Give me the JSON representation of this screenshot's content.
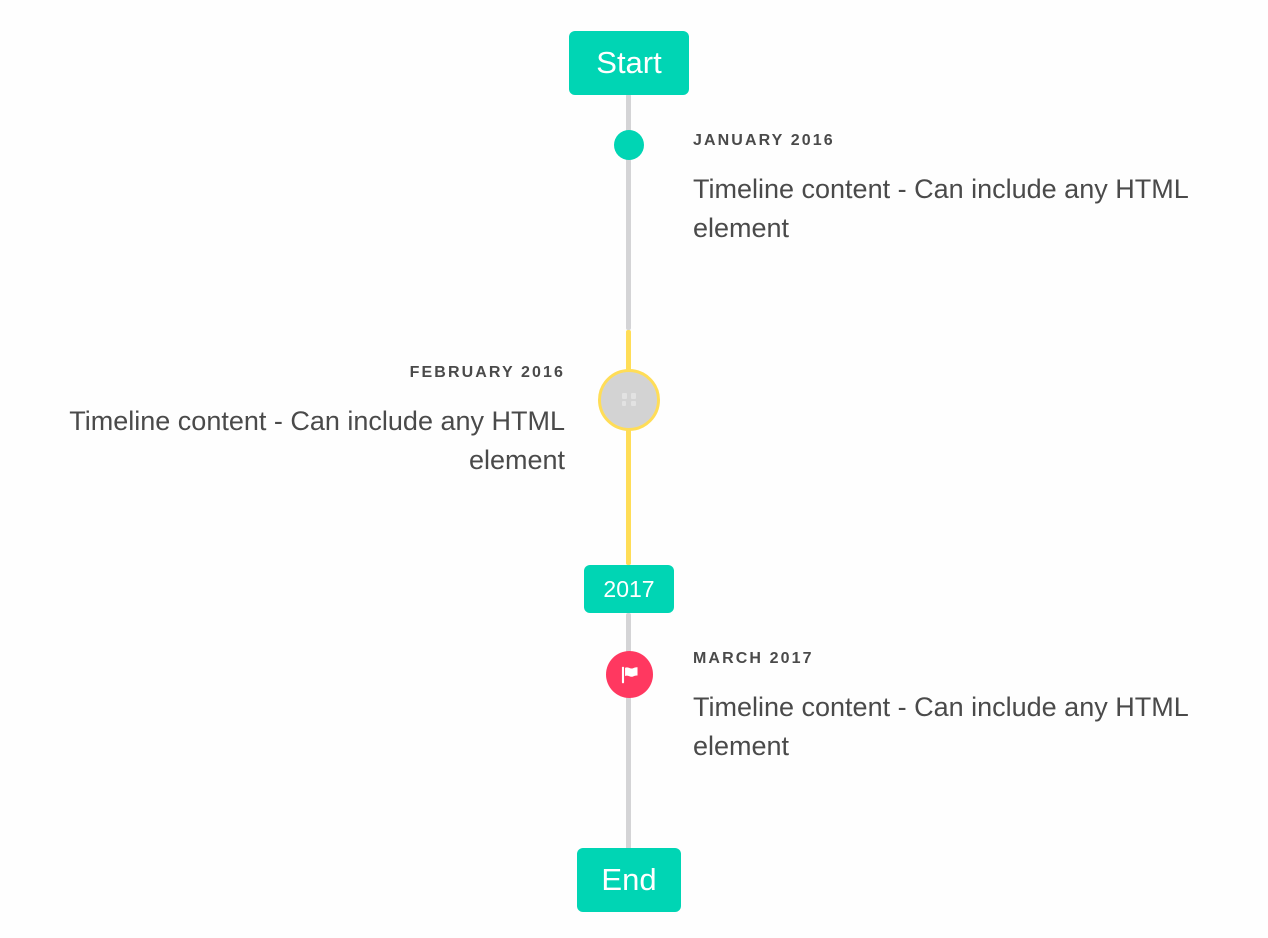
{
  "component": {
    "name": "Timeline",
    "orientation": "vertical",
    "colors": {
      "primary": "#00d5b4",
      "warning": "#ffdd57",
      "danger": "#ff3860",
      "line": "#d4d4d6",
      "text": "#4a4a4a",
      "background": "#fefefe"
    }
  },
  "headers": {
    "start": "Start",
    "middle": "2017",
    "end": "End"
  },
  "items": [
    {
      "heading": "JANUARY 2016",
      "body": "Timeline content - Can include any HTML element",
      "side": "right",
      "marker": "dot-icon",
      "marker_color": "#00d5b4"
    },
    {
      "heading": "FEBRUARY 2016",
      "body": "Timeline content - Can include any HTML element",
      "side": "left",
      "marker": "broken-image-icon",
      "marker_color": "#d3d3d3"
    },
    {
      "heading": "MARCH 2017",
      "body": "Timeline content - Can include any HTML element",
      "side": "right",
      "marker": "flag-icon",
      "marker_color": "#ff3860"
    }
  ]
}
